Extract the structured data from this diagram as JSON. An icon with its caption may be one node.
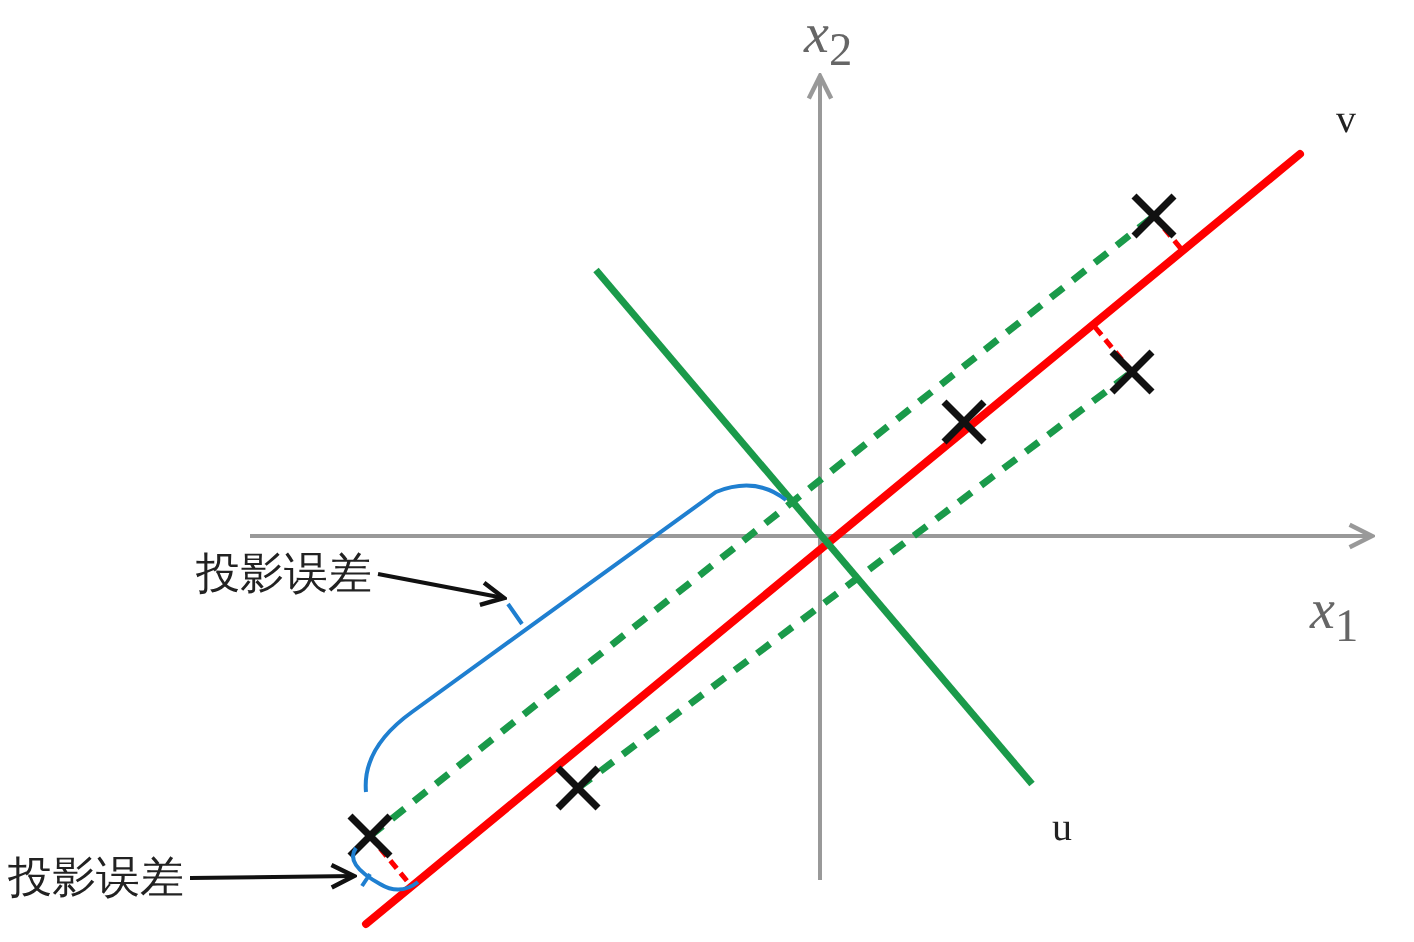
{
  "diagram": {
    "nodes": [
      {
        "text": [
          "投影误差"
        ]
      },
      {
        "text": [],
        "shape": "bracket"
      },
      {
        "text": [
          "投影误差"
        ]
      },
      {
        "text": [],
        "shape": "bracket"
      }
    ],
    "edges": [
      {
        "from": 0,
        "to": 1,
        "arrow": "to"
      },
      {
        "from": 2,
        "to": 3,
        "arrow": "to"
      }
    ],
    "labels": [
      "*x*$_{2}$",
      "v",
      "*x*$_{1}$",
      "u"
    ]
  }
}
